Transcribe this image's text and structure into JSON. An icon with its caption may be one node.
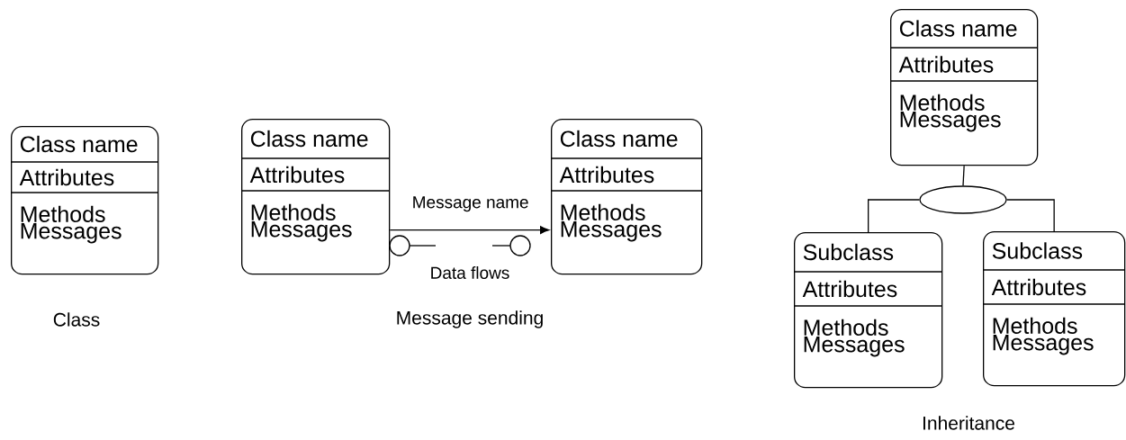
{
  "diagram": {
    "nodes": [
      {
        "text": [
          "Class name",
          "Attributes",
          "Methods Messages"
        ]
      },
      {
        "text": [
          "Class name",
          "Attributes",
          "Methods Messages"
        ]
      },
      {
        "text": [
          "Class name",
          "Attributes",
          "Methods Messages"
        ]
      },
      {
        "text": [
          "Class name",
          "Attributes",
          "Methods Messages"
        ]
      },
      {
        "text": [],
        "shape": "ellipse"
      },
      {
        "text": [
          "Subclass",
          "Attributes",
          "Methods Messages"
        ]
      },
      {
        "text": [
          "Subclass",
          "Attributes",
          "Methods Messages"
        ]
      }
    ],
    "edges": [
      {
        "from": 1,
        "to": 2,
        "arrow": "to",
        "label": "Message name"
      },
      {
        "from": 3,
        "to": 4,
        "arrow": "none"
      },
      {
        "from": 4,
        "to": 5,
        "arrow": "none"
      },
      {
        "from": 4,
        "to": 6,
        "arrow": "none"
      }
    ],
    "labels": [
      "Data flows",
      "Class",
      "Message sending",
      "Inheritance"
    ]
  }
}
